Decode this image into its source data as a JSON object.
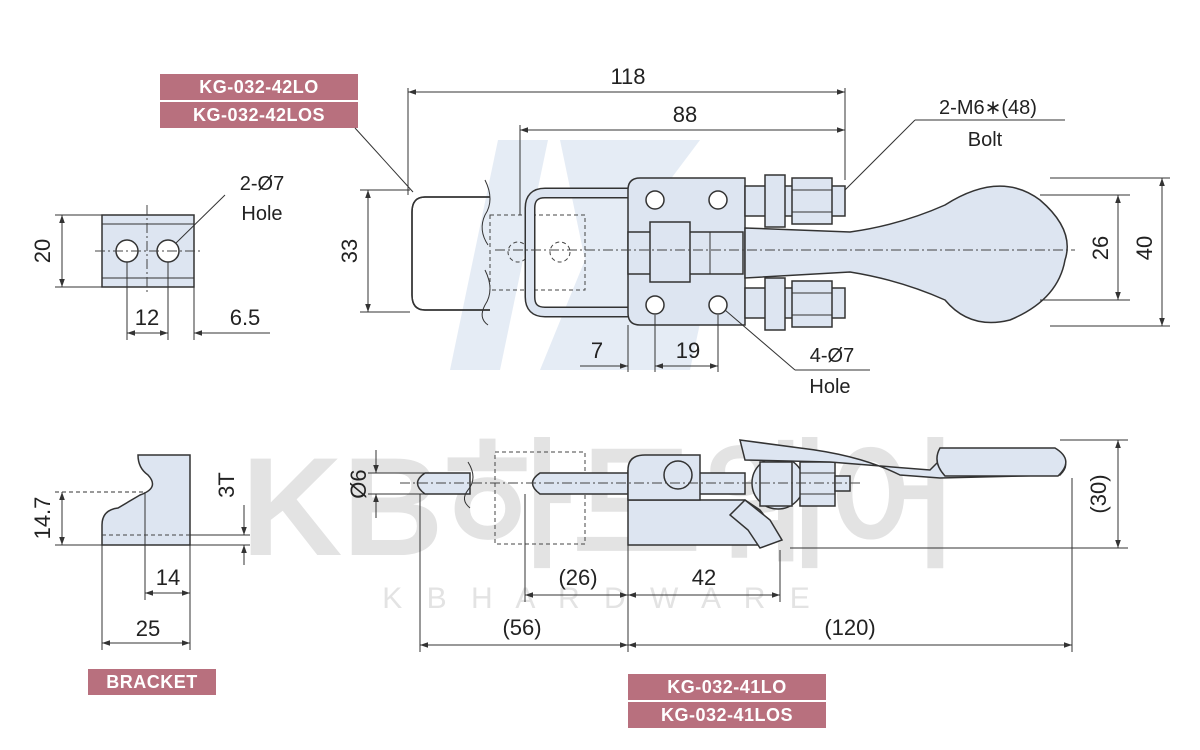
{
  "colors": {
    "part_fill": "#dde5f1",
    "tag_fill": "#b8707e",
    "line": "#333333",
    "watermark": "#e3e3e3",
    "watermark_logo": "#dfe7f3"
  },
  "tags": {
    "top_1": "KG-032-42LO",
    "top_2": "KG-032-42LOS",
    "bracket": "BRACKET",
    "bottom_1": "KG-032-41LO",
    "bottom_2": "KG-032-41LOS"
  },
  "watermark": {
    "brand": "KB하드웨어",
    "sub": "K B   H A R D W A R E"
  },
  "dimensions": {
    "overall_length": "118",
    "base_length": "88",
    "bolt_spec": "2-M6∗(48)",
    "bolt_word": "Bolt",
    "handle_dia": "26",
    "height": "40",
    "width": "33",
    "pitch_7": "7",
    "pitch_19": "19",
    "holes_4": "4-Ø7",
    "holes_4_word": "Hole",
    "bracket_holes": "2-Ø7",
    "bracket_holes_word": "Hole",
    "bracket_h": "20",
    "bracket_pitch": "12",
    "bracket_edge": "6.5",
    "bracket_hook": "14.7",
    "bracket_t": "3T",
    "bracket_base": "14",
    "bracket_len": "25",
    "rod_dia": "Ø6",
    "side_h": "(30)",
    "stroke": "(26)",
    "base_side": "42",
    "reach": "(56)",
    "total": "(120)"
  }
}
